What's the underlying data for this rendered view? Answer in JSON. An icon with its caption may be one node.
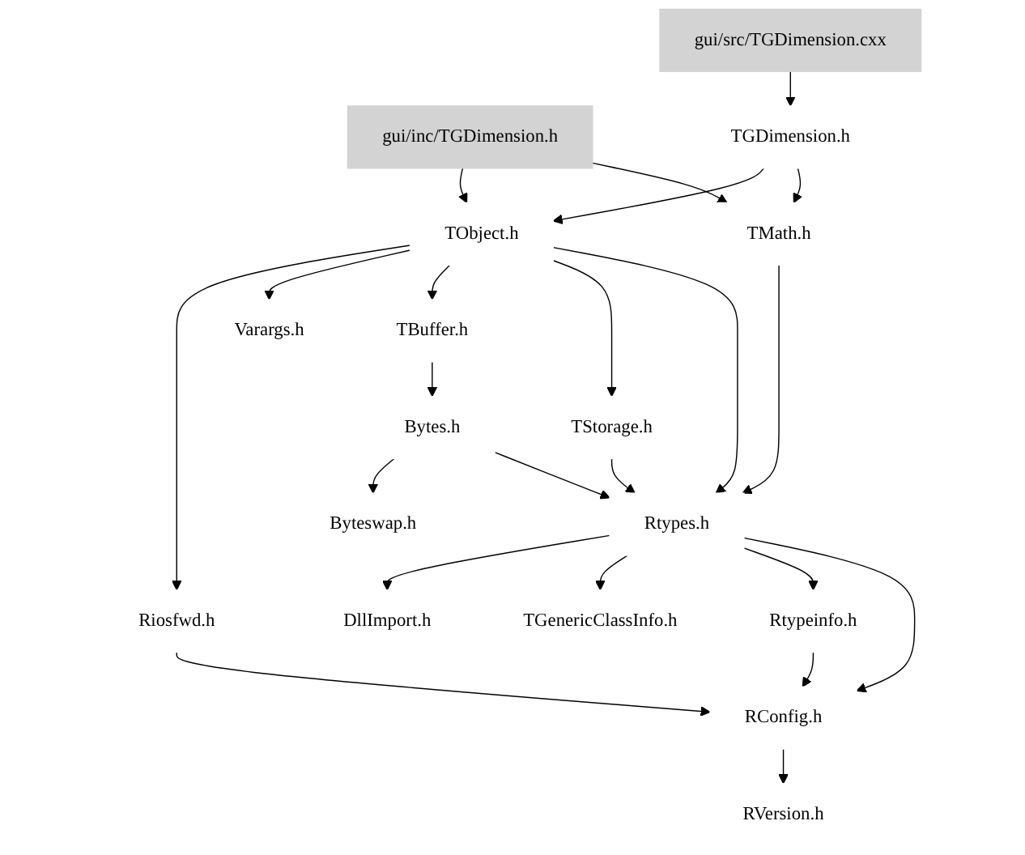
{
  "diagram": {
    "nodes": [
      {
        "text": [
          "gui/src/TGDimension.cxx"
        ]
      },
      {
        "text": [
          "gui/inc/TGDimension.h"
        ]
      },
      {
        "text": [
          "TGDimension.h"
        ]
      },
      {
        "text": [
          "TObject.h"
        ]
      },
      {
        "text": [
          "TMath.h"
        ]
      },
      {
        "text": [
          "Varargs.h"
        ]
      },
      {
        "text": [
          "TBuffer.h"
        ]
      },
      {
        "text": [
          "Riosfwd.h"
        ]
      },
      {
        "text": [
          "Bytes.h"
        ]
      },
      {
        "text": [
          "TStorage.h"
        ]
      },
      {
        "text": [
          "Byteswap.h"
        ]
      },
      {
        "text": [
          "Rtypes.h"
        ]
      },
      {
        "text": [
          "DllImport.h"
        ]
      },
      {
        "text": [
          "TGenericClassInfo.h"
        ]
      },
      {
        "text": [
          "Rtypeinfo.h"
        ]
      },
      {
        "text": [
          "RConfig.h"
        ]
      },
      {
        "text": [
          "RVersion.h"
        ]
      }
    ],
    "edges": [
      {
        "from": 0,
        "to": 2,
        "arrow": "to"
      },
      {
        "from": 1,
        "to": 3,
        "arrow": "to"
      },
      {
        "from": 1,
        "to": 4,
        "arrow": "to"
      },
      {
        "from": 2,
        "to": 3,
        "arrow": "to"
      },
      {
        "from": 2,
        "to": 4,
        "arrow": "to"
      },
      {
        "from": 3,
        "to": 7,
        "arrow": "to"
      },
      {
        "from": 3,
        "to": 5,
        "arrow": "to"
      },
      {
        "from": 3,
        "to": 6,
        "arrow": "to"
      },
      {
        "from": 3,
        "to": 9,
        "arrow": "to"
      },
      {
        "from": 3,
        "to": 11,
        "arrow": "to"
      },
      {
        "from": 4,
        "to": 11,
        "arrow": "to"
      },
      {
        "from": 6,
        "to": 8,
        "arrow": "to"
      },
      {
        "from": 7,
        "to": 15,
        "arrow": "to"
      },
      {
        "from": 8,
        "to": 10,
        "arrow": "to"
      },
      {
        "from": 8,
        "to": 11,
        "arrow": "to"
      },
      {
        "from": 9,
        "to": 11,
        "arrow": "to"
      },
      {
        "from": 11,
        "to": 12,
        "arrow": "to"
      },
      {
        "from": 11,
        "to": 13,
        "arrow": "to"
      },
      {
        "from": 11,
        "to": 14,
        "arrow": "to"
      },
      {
        "from": 11,
        "to": 15,
        "arrow": "to"
      },
      {
        "from": 14,
        "to": 15,
        "arrow": "to"
      },
      {
        "from": 15,
        "to": 16,
        "arrow": "to"
      }
    ]
  }
}
